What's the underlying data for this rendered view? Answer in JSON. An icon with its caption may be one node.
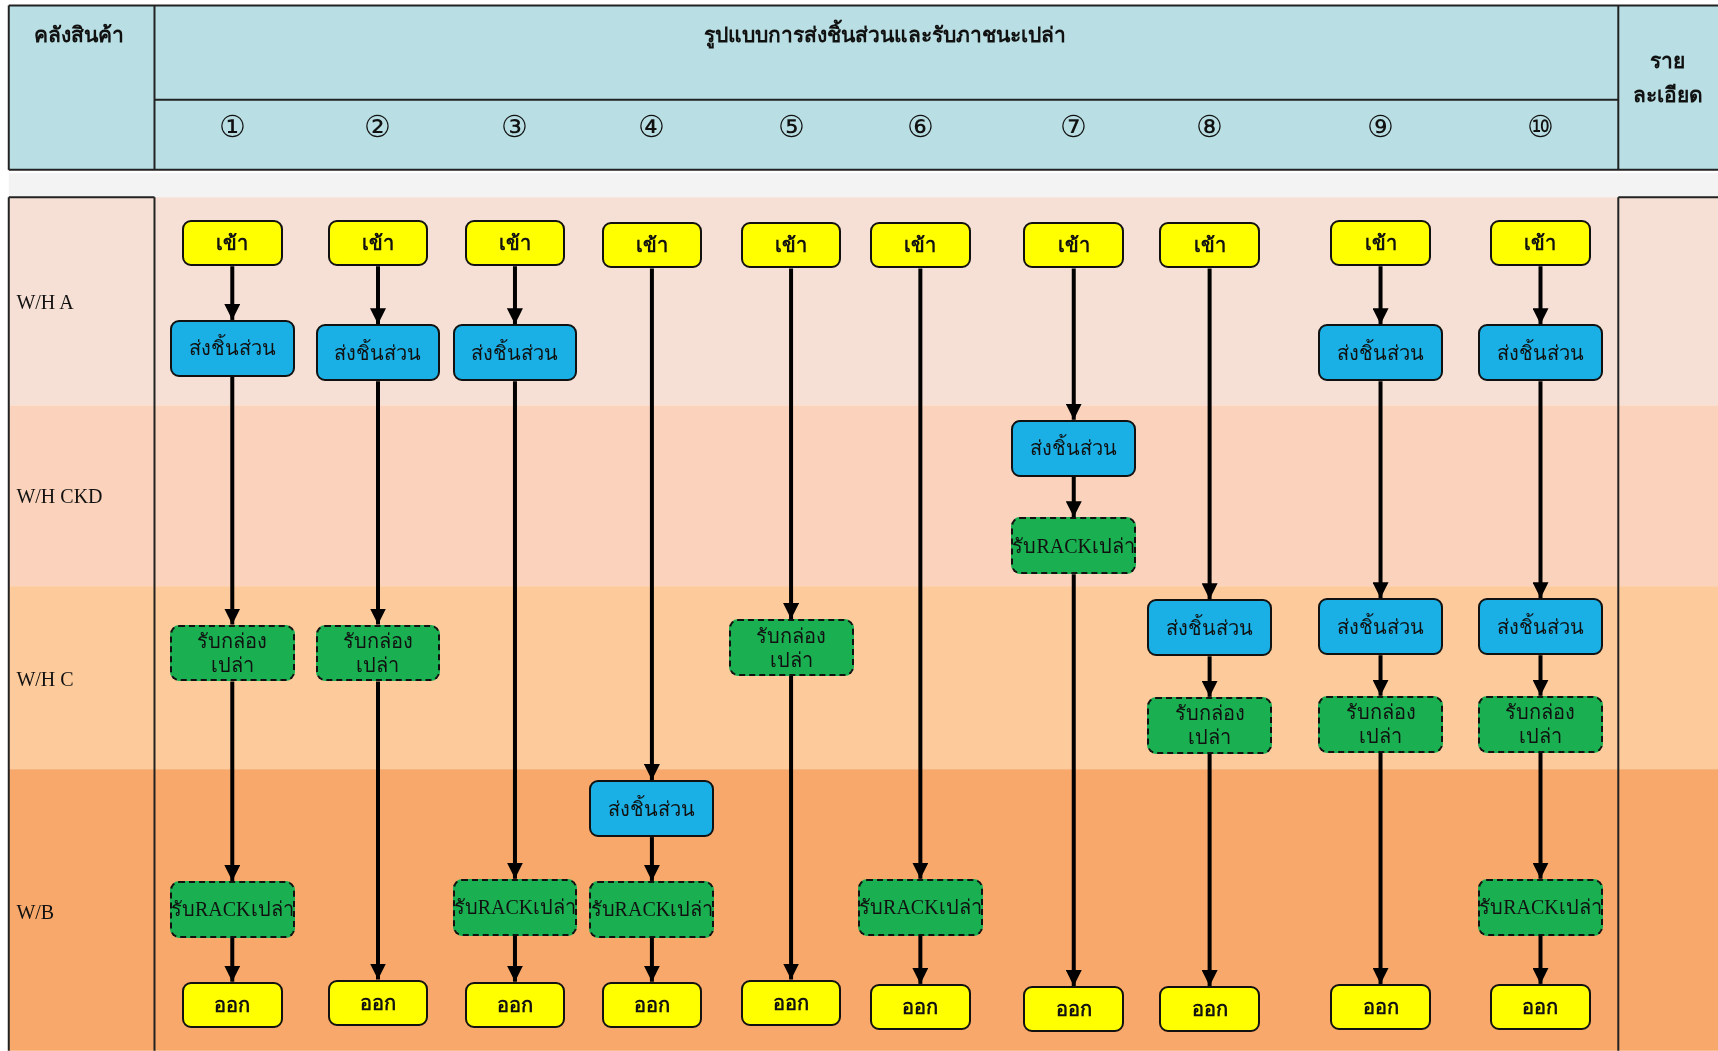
{
  "diagram": {
    "nodes": [
      {
        "text": [
          "เข้า"
        ]
      },
      {
        "text": [
          "ส่งชิ้นส่วน"
        ]
      },
      {
        "text": [
          "รับกล่องเปล่า"
        ]
      },
      {
        "text": [
          "รับRACKเปล่า"
        ]
      },
      {
        "text": [
          "ออก"
        ]
      },
      {
        "text": [
          "เข้า"
        ]
      },
      {
        "text": [
          "ส่งชิ้นส่วน"
        ]
      },
      {
        "text": [
          "รับกล่องเปล่า"
        ]
      },
      {
        "text": [
          "ออก"
        ]
      },
      {
        "text": [
          "เข้า"
        ]
      },
      {
        "text": [
          "ส่งชิ้นส่วน"
        ]
      },
      {
        "text": [
          "รับRACKเปล่า"
        ]
      },
      {
        "text": [
          "ออก"
        ]
      },
      {
        "text": [
          "เข้า"
        ]
      },
      {
        "text": [
          "ส่งชิ้นส่วน"
        ]
      },
      {
        "text": [
          "รับRACKเปล่า"
        ]
      },
      {
        "text": [
          "ออก"
        ]
      },
      {
        "text": [
          "เข้า"
        ]
      },
      {
        "text": [
          "รับกล่องเปล่า"
        ]
      },
      {
        "text": [
          "ออก"
        ]
      },
      {
        "text": [
          "เข้า"
        ]
      },
      {
        "text": [
          "รับRACKเปล่า"
        ]
      },
      {
        "text": [
          "ออก"
        ]
      },
      {
        "text": [
          "เข้า"
        ]
      },
      {
        "text": [
          "ส่งชิ้นส่วน"
        ]
      },
      {
        "text": [
          "รับRACKเปล่า"
        ]
      },
      {
        "text": [
          "ออก"
        ]
      },
      {
        "text": [
          "เข้า"
        ]
      },
      {
        "text": [
          "ส่งชิ้นส่วน"
        ]
      },
      {
        "text": [
          "รับกล่องเปล่า"
        ]
      },
      {
        "text": [
          "ออก"
        ]
      },
      {
        "text": [
          "เข้า"
        ]
      },
      {
        "text": [
          "ส่งชิ้นส่วน"
        ]
      },
      {
        "text": [
          "ส่งชิ้นส่วน"
        ]
      },
      {
        "text": [
          "รับกล่องเปล่า"
        ]
      },
      {
        "text": [
          "ออก"
        ]
      },
      {
        "text": [
          "เข้า"
        ]
      },
      {
        "text": [
          "ส่งชิ้นส่วน"
        ]
      },
      {
        "text": [
          "ส่งชิ้นส่วน"
        ]
      },
      {
        "text": [
          "รับกล่องเปล่า"
        ]
      },
      {
        "text": [
          "รับRACKเปล่า"
        ]
      },
      {
        "text": [
          "ออก"
        ]
      }
    ],
    "edges": [
      {
        "from": 0,
        "to": 1,
        "arrow": "to"
      },
      {
        "from": 1,
        "to": 2,
        "arrow": "to"
      },
      {
        "from": 2,
        "to": 3,
        "arrow": "to"
      },
      {
        "from": 3,
        "to": 4,
        "arrow": "to"
      },
      {
        "from": 5,
        "to": 6,
        "arrow": "to"
      },
      {
        "from": 6,
        "to": 7,
        "arrow": "to"
      },
      {
        "from": 7,
        "to": 8,
        "arrow": "to"
      },
      {
        "from": 9,
        "to": 10,
        "arrow": "to"
      },
      {
        "from": 10,
        "to": 11,
        "arrow": "to"
      },
      {
        "from": 11,
        "to": 12,
        "arrow": "to"
      },
      {
        "from": 13,
        "to": 14,
        "arrow": "to"
      },
      {
        "from": 14,
        "to": 15,
        "arrow": "to"
      },
      {
        "from": 15,
        "to": 16,
        "arrow": "to"
      },
      {
        "from": 17,
        "to": 18,
        "arrow": "to"
      },
      {
        "from": 18,
        "to": 19,
        "arrow": "to"
      },
      {
        "from": 20,
        "to": 21,
        "arrow": "to"
      },
      {
        "from": 21,
        "to": 22,
        "arrow": "to"
      },
      {
        "from": 23,
        "to": 24,
        "arrow": "to"
      },
      {
        "from": 24,
        "to": 25,
        "arrow": "to"
      },
      {
        "from": 25,
        "to": 26,
        "arrow": "to"
      },
      {
        "from": 27,
        "to": 28,
        "arrow": "to"
      },
      {
        "from": 28,
        "to": 29,
        "arrow": "to"
      },
      {
        "from": 29,
        "to": 30,
        "arrow": "to"
      },
      {
        "from": 31,
        "to": 32,
        "arrow": "to"
      },
      {
        "from": 32,
        "to": 33,
        "arrow": "to"
      },
      {
        "from": 33,
        "to": 34,
        "arrow": "to"
      },
      {
        "from": 34,
        "to": 35,
        "arrow": "to"
      },
      {
        "from": 36,
        "to": 37,
        "arrow": "to"
      },
      {
        "from": 37,
        "to": 38,
        "arrow": "to"
      },
      {
        "from": 38,
        "to": 39,
        "arrow": "to"
      },
      {
        "from": 39,
        "to": 40,
        "arrow": "to"
      },
      {
        "from": 40,
        "to": 41,
        "arrow": "to"
      }
    ],
    "labels": [
      "คลังสินค้า",
      "รูปแบบการส่งชิ้นส่วนและรับภาชนะเปล่า",
      "รายละเอียด",
      "①",
      "②",
      "③",
      "④",
      "⑤",
      "⑥",
      "⑦",
      "⑧",
      "⑨",
      "⑩",
      "W/H A",
      "W/H CKD",
      "W/H C",
      "W/B"
    ]
  }
}
